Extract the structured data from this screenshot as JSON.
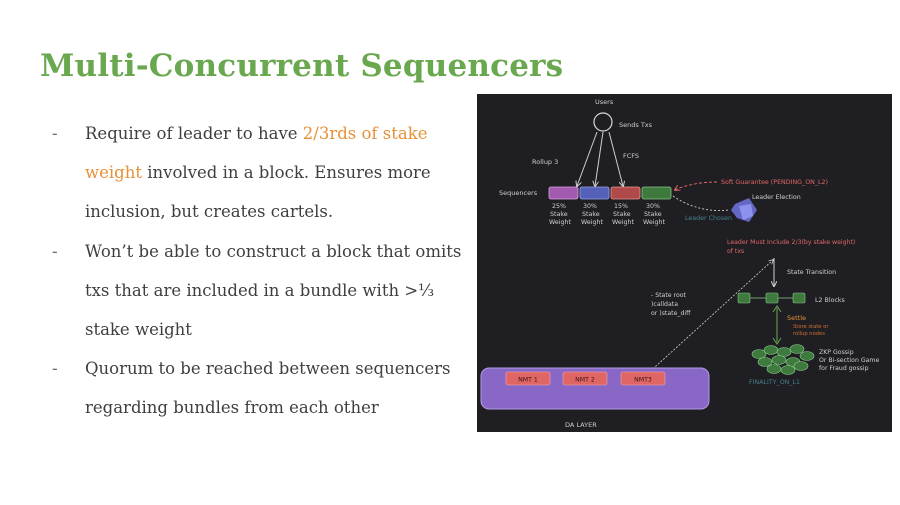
{
  "slide": {
    "title": "Multi-Concurrent Sequencers",
    "bullets": [
      {
        "pre": "Require of leader to have ",
        "highlight": "2/3rds of stake weight",
        "post": " involved in a block. Ensures more inclusion, but creates cartels."
      },
      {
        "pre": "Won’t be able to construct a block that omits txs that are included in a bundle with >⅓ stake weight",
        "highlight": "",
        "post": ""
      },
      {
        "pre": "Quorum to be reached between sequencers regarding bundles from each other",
        "highlight": "",
        "post": ""
      }
    ],
    "bullet_marker": "-"
  },
  "diagram": {
    "users_label": "Users",
    "sends_txs": "Sends Txs",
    "fcfs": "FCFS",
    "rollup_label": "Rollup 3",
    "sequencers_label": "Sequencers",
    "stake": [
      {
        "pct": "25%",
        "l1": "Stake",
        "l2": "Weight",
        "color": "#a35bb0"
      },
      {
        "pct": "30%",
        "l1": "Stake",
        "l2": "Weight",
        "color": "#5560b8"
      },
      {
        "pct": "15%",
        "l1": "Stake",
        "l2": "Weight",
        "color": "#b04a4a"
      },
      {
        "pct": "30%",
        "l1": "Stake",
        "l2": "Weight",
        "color": "#3e7a3e"
      }
    ],
    "soft_guarantee": "Soft Guarantee (PENDING_ON_L2)",
    "leader_election": "Leader Election",
    "leader_chosen": "Leader Chosen",
    "leader_must_1": "Leader Must Include 2/3(by stake weight)",
    "leader_must_2": "of txs",
    "state_transition": "State Transition",
    "l2_blocks": "L2 Blocks",
    "settle": "Settle",
    "store_1": "Store state or",
    "store_2": "rollup nodes",
    "state_root": "- State root",
    "calldata": ")calldata",
    "state_diff": "or )state_diff",
    "zkp_1": "ZKP Gossip",
    "zkp_2": "Or Bi-section Game",
    "zkp_3": "for Fraud gossip",
    "finality": "FINALITY_ON_L1",
    "nmt": [
      "NMT 1",
      "NMT 2",
      "NMT3"
    ],
    "da_layer": "DA LAYER"
  }
}
